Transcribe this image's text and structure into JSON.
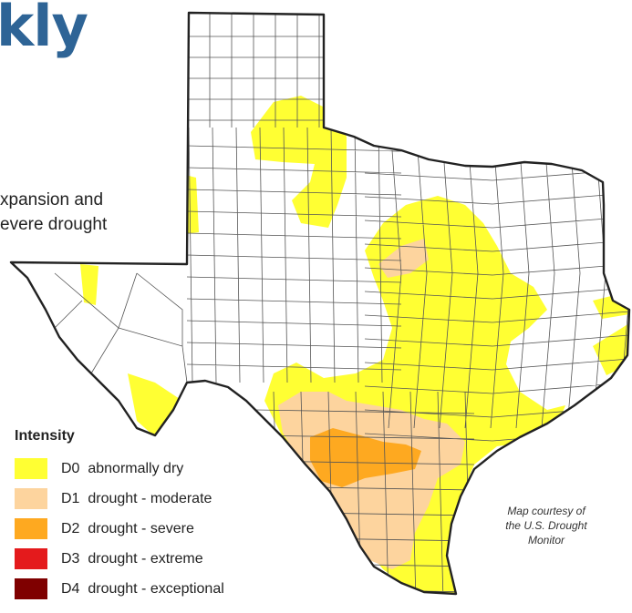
{
  "title_fragment": "kly",
  "subtitle_lines": [
    "xpansion and",
    "evere drought"
  ],
  "legend": {
    "title": "Intensity",
    "items": [
      {
        "code": "D0",
        "label": "abnormally dry",
        "color": "#ffff33"
      },
      {
        "code": "D1",
        "label": "drought - moderate",
        "color": "#fdd49e"
      },
      {
        "code": "D2",
        "label": "drought - severe",
        "color": "#fea920"
      },
      {
        "code": "D3",
        "label": "drought - extreme",
        "color": "#e41a1c"
      },
      {
        "code": "D4",
        "label": "drought - exceptional",
        "color": "#7f0000"
      }
    ]
  },
  "credit_lines": [
    "Map courtesy of",
    "the U.S. Drought",
    "Monitor"
  ],
  "colors": {
    "title": "#2e6496",
    "border": "#222222",
    "county_lines": "#555555"
  }
}
